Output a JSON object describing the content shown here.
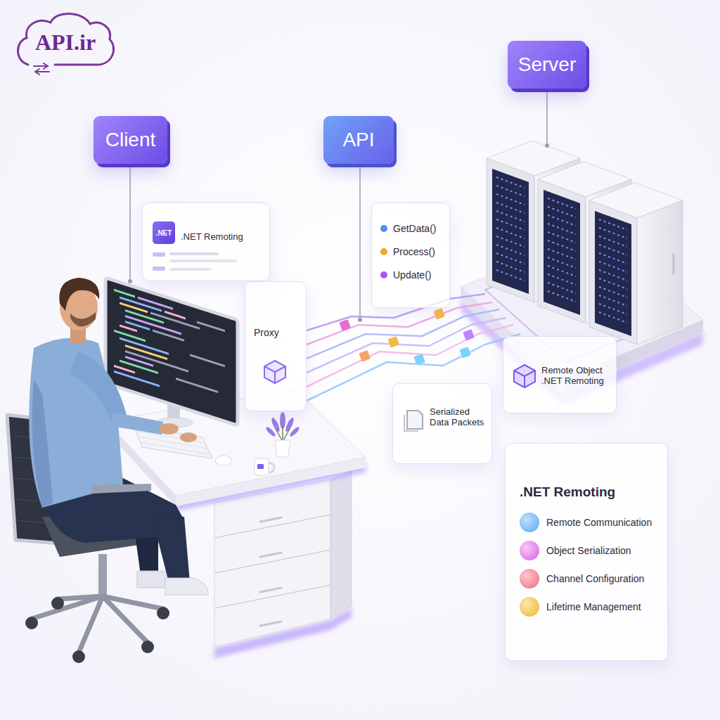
{
  "diagram": {
    "nodes": [
      {
        "text": [
          "API.ir"
        ]
      },
      {
        "text": [
          "Client"
        ]
      },
      {
        "text": [
          ".NET Remoting"
        ]
      },
      {
        "text": [
          ".NET"
        ],
        "in": 2
      },
      {
        "text": [
          "API"
        ]
      },
      {
        "text": [
          "GetData()",
          "Process()",
          "Update()"
        ]
      },
      {
        "text": [
          "Proxy"
        ]
      },
      {
        "text": [
          "Server"
        ]
      },
      {
        "text": [
          "Serialized Data Packets"
        ]
      },
      {
        "text": [
          "Remote Object .NET Remoting"
        ]
      },
      {
        "text": [
          ".NET Remoting",
          "Remote Communication",
          "Object Serialization",
          "Channel Configuration",
          "Lifetime Management"
        ]
      }
    ]
  }
}
